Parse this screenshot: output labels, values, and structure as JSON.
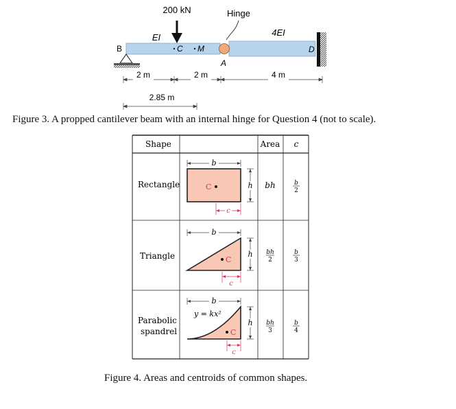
{
  "figure3": {
    "load_label": "200 kN",
    "hinge_label": "Hinge",
    "ei_left": "EI",
    "ei_right": "4EI",
    "point_b": "B",
    "point_c": "C",
    "point_m": "M",
    "point_a": "A",
    "point_d": "D",
    "dim_ba": "2 m",
    "dim_cm": "2 m",
    "dim_ad": "4 m",
    "dim_bm": "2.85 m",
    "caption": "Figure 3. A propped cantilever beam with an internal hinge for Question 4 (not to scale).",
    "colors": {
      "beam": "#b8d4ec",
      "hinge": "#f2a97a",
      "support": "#555555"
    }
  },
  "figure4": {
    "headers": {
      "shape": "Shape",
      "area": "Area",
      "c": "c"
    },
    "rows": [
      {
        "shape": "Rectangle",
        "area": "bh",
        "c_num": "b",
        "c_den": "2"
      },
      {
        "shape": "Triangle",
        "area_num": "bh",
        "area_den": "2",
        "c_num": "b",
        "c_den": "3"
      },
      {
        "shape_line1": "Parabolic",
        "shape_line2": "spandrel",
        "area_num": "bh",
        "area_den": "3",
        "c_num": "b",
        "c_den": "4",
        "equation": "y = kx²"
      }
    ],
    "dim_b": "b",
    "dim_h": "h",
    "dim_c": "c",
    "centroid": "C",
    "caption": "Figure 4. Areas and centroids of common shapes.",
    "colors": {
      "fill": "#f8c8b4",
      "accent": "#d8345a"
    }
  }
}
